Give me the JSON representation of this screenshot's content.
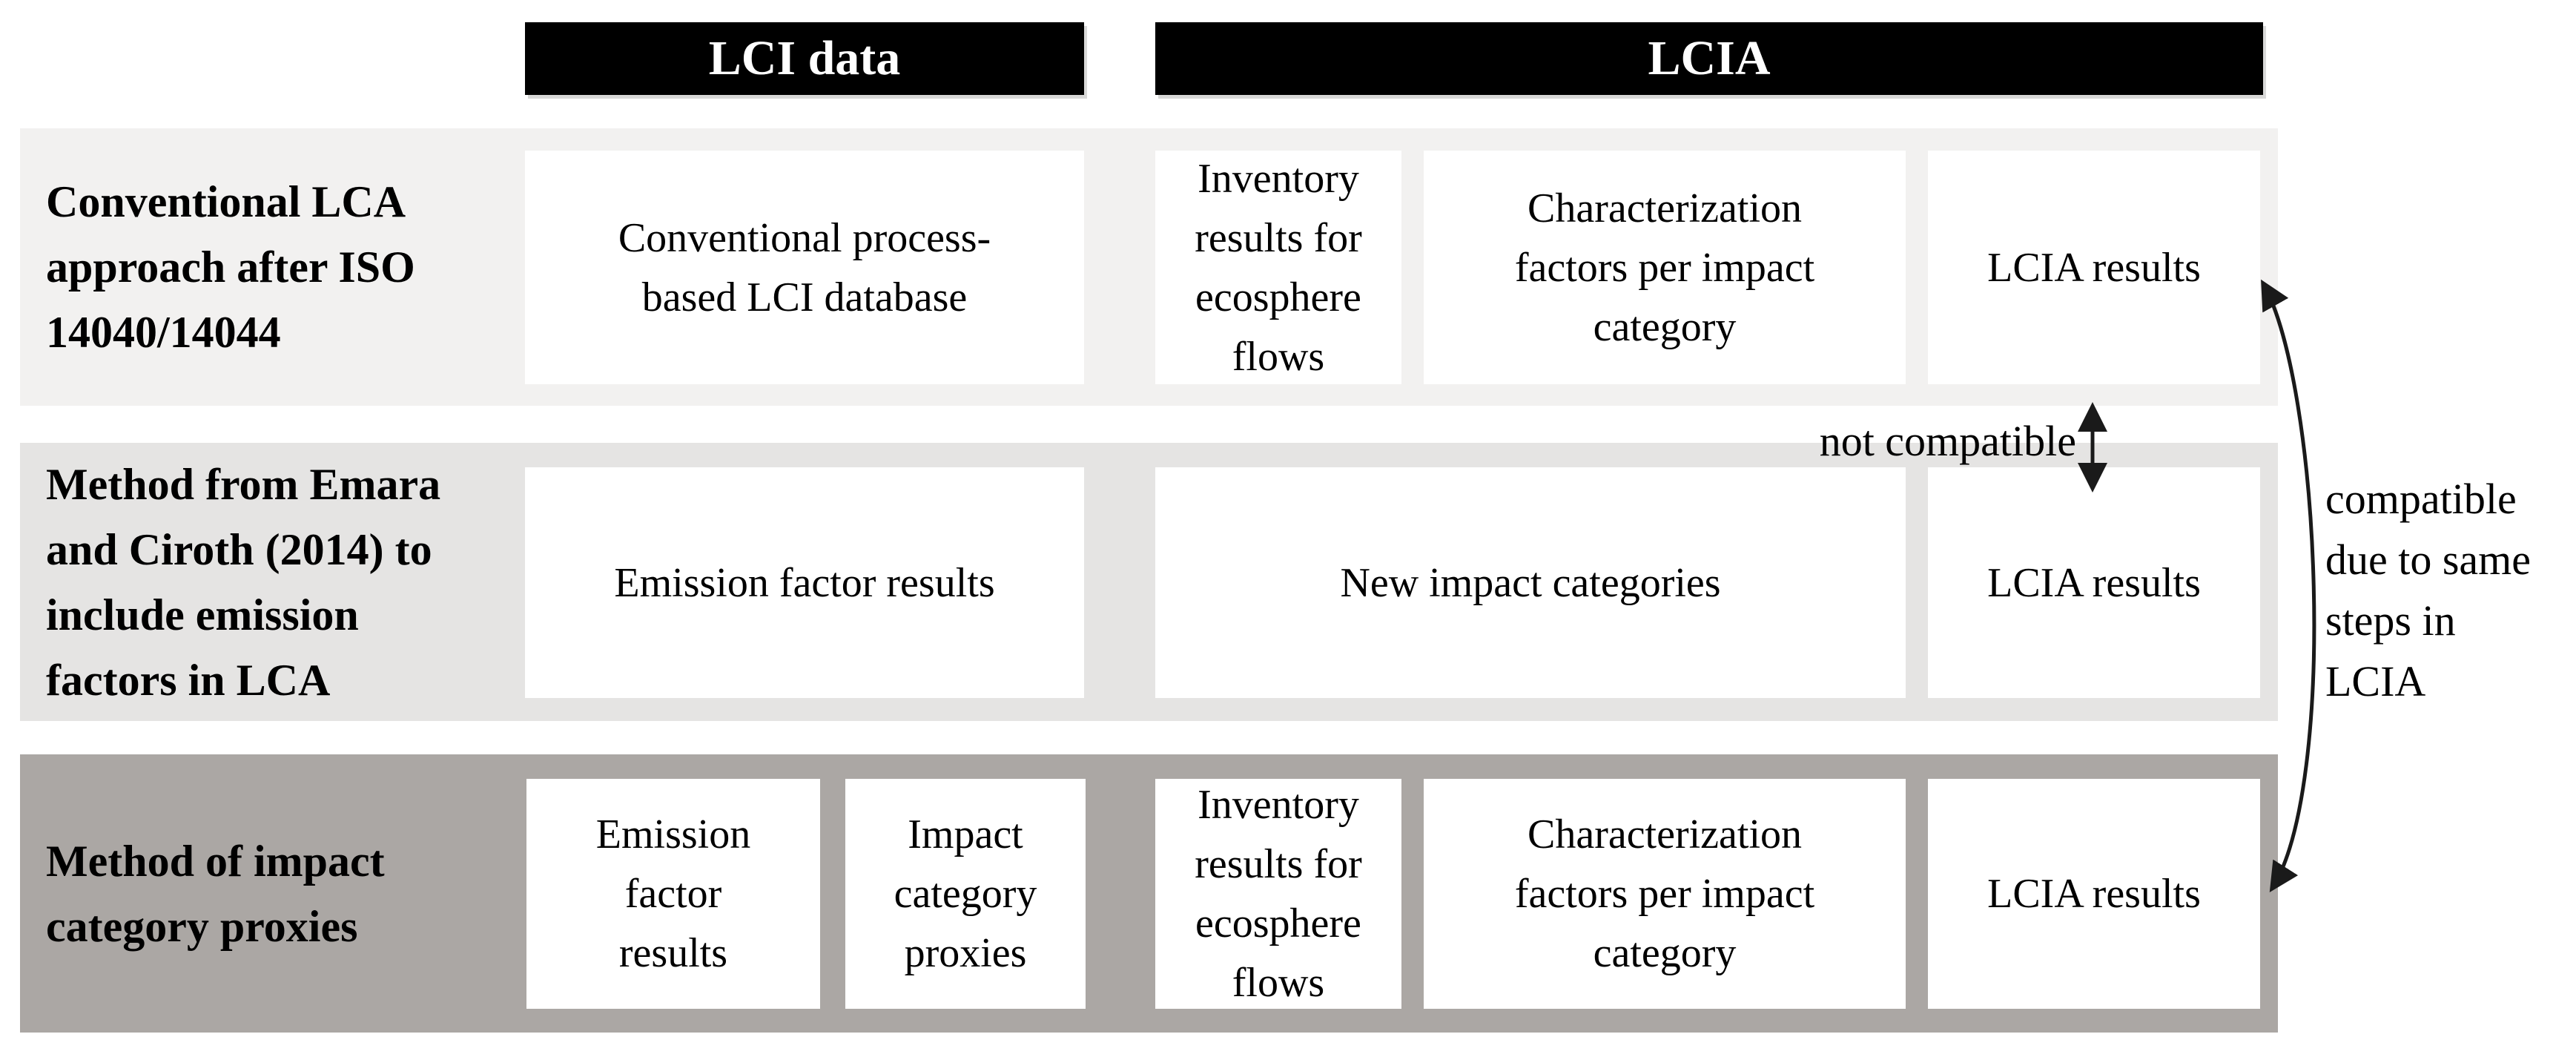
{
  "headers": {
    "lci": "LCI data",
    "lcia": "LCIA"
  },
  "rows": [
    {
      "label": [
        "Conventional LCA",
        "approach after ISO",
        "14040/14044"
      ],
      "boxes": [
        {
          "text": [
            "Conventional process-",
            "based LCI database"
          ]
        },
        {
          "text": [
            "Inventory",
            "results for",
            "ecosphere",
            "flows"
          ]
        },
        {
          "text": [
            "Characterization",
            "factors per impact",
            "category"
          ]
        },
        {
          "text": [
            "LCIA results"
          ]
        }
      ]
    },
    {
      "label": [
        "Method from Emara",
        "and Ciroth (2014) to",
        "include emission",
        "factors in LCA"
      ],
      "boxes": [
        {
          "text": [
            "Emission factor results"
          ]
        },
        {
          "text": [
            "New impact categories"
          ]
        },
        {
          "text": [
            "LCIA results"
          ]
        }
      ]
    },
    {
      "label": [
        "Method of impact",
        "category proxies"
      ],
      "boxes": [
        {
          "text": [
            "Emission",
            "factor",
            "results"
          ]
        },
        {
          "text": [
            "Impact",
            "category",
            "proxies"
          ]
        },
        {
          "text": [
            "Inventory",
            "results for",
            "ecosphere",
            "flows"
          ]
        },
        {
          "text": [
            "Characterization",
            "factors per impact",
            "category"
          ]
        },
        {
          "text": [
            "LCIA results"
          ]
        }
      ]
    }
  ],
  "annotations": {
    "not_compatible": "not compatible",
    "compatible": [
      "compatible",
      "due to same",
      "steps in",
      "LCIA"
    ]
  },
  "colors": {
    "header_bg": "#000000",
    "header_text": "#ffffff",
    "band_row1": "#f2f1f0",
    "band_row2": "#e5e4e3",
    "band_row3": "#aba7a4",
    "box_bg": "#ffffff",
    "text": "#000000",
    "arrow": "#1a1a1a"
  }
}
